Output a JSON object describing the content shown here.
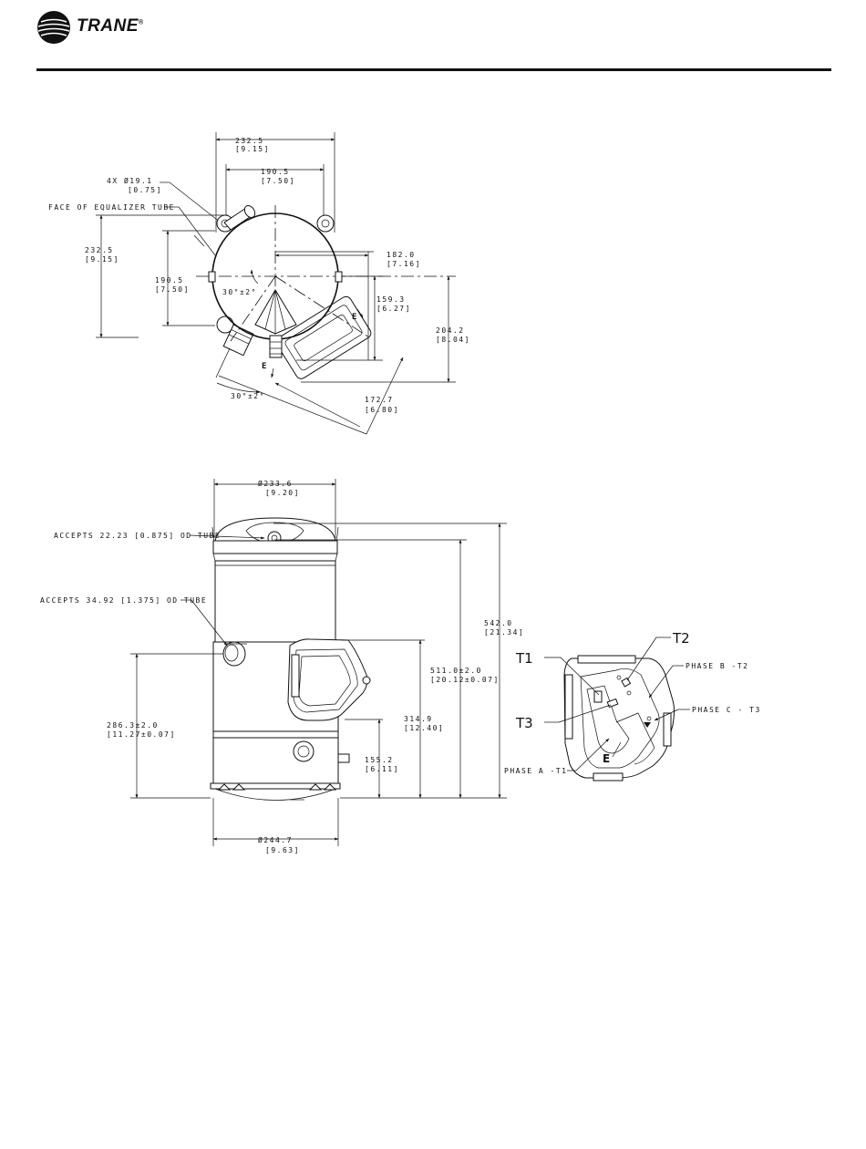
{
  "header": {
    "brand": "TRANE"
  },
  "top_view": {
    "dim_overall_width": "232.5",
    "dim_overall_width_in": "[9.15]",
    "dim_mount_width": "190.5",
    "dim_mount_width_in": "[7.50]",
    "hole_callout": "4X Ø19.1",
    "hole_callout_in": "[0.75]",
    "equalizer_label": "FACE OF EQUALIZER TUBE",
    "dim_overall_depth": "232.5",
    "dim_overall_depth_in": "[9.15]",
    "dim_mount_depth": "190.5",
    "dim_mount_depth_in": "[7.50]",
    "angle_upper": "30°±2°",
    "dim_182": "182.0",
    "dim_182_in": "[7.16]",
    "dim_159": "159.3",
    "dim_159_in": "[6.27]",
    "dim_204": "204.2",
    "dim_204_in": "[8.04]",
    "angle_lower": "30°±2°",
    "dim_172": "172.7",
    "dim_172_in": "[6.80]",
    "marker_e": "E"
  },
  "side_view": {
    "dim_top_dia": "Ø233.6",
    "dim_top_dia_in": "[9.20]",
    "suction_tube": "ACCEPTS 22.23 [0.875] OD TUBE",
    "discharge_tube": "ACCEPTS 34.92 [1.375] OD TUBE",
    "dim_542": "542.0",
    "dim_542_in": "[21.34]",
    "dim_511": "511.0±2.0",
    "dim_511_in": "[20.12±0.07]",
    "dim_286": "286.3±2.0",
    "dim_286_in": "[11.27±0.07]",
    "dim_314": "314.9",
    "dim_314_in": "[12.40]",
    "dim_155": "155.2",
    "dim_155_in": "[6.11]",
    "dim_base_dia": "Ø244.7",
    "dim_base_dia_in": "[9.63]"
  },
  "terminal_box": {
    "t1": "T1",
    "t2": "T2",
    "t3": "T3",
    "phase_a": "PHASE A -T1",
    "phase_b": "PHASE B -T2",
    "phase_c": "PHASE C - T3",
    "marker_e": "E"
  }
}
